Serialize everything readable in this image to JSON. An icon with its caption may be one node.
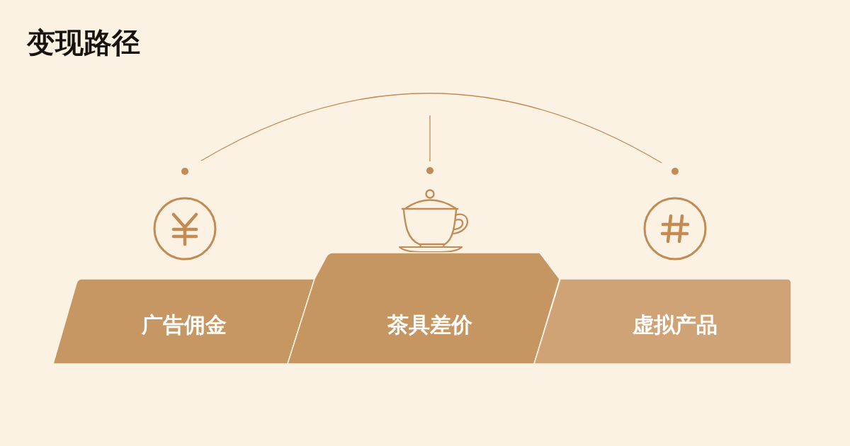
{
  "diagram": {
    "title": "变现路径",
    "nodes": [
      {
        "text": [
          "广告佣金"
        ]
      },
      {
        "text": [
          "茶具差价"
        ]
      },
      {
        "text": [
          "虚拟产品"
        ]
      }
    ]
  }
}
